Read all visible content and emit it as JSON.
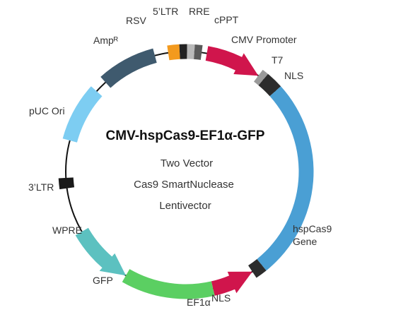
{
  "plasmid": {
    "title": "CMV-hspCas9-EF1α-GFP",
    "description_lines": [
      "Two Vector",
      "Cas9 SmartNuclease",
      "Lentivector"
    ]
  },
  "features": [
    {
      "key": "rsv",
      "label": "RSV",
      "color": "#f39a1e",
      "shape": "segment"
    },
    {
      "key": "ltr5",
      "label": "5’LTR",
      "color": "#222222",
      "shape": "segment"
    },
    {
      "key": "rre",
      "label": "RRE",
      "color": "#b9b9b9",
      "shape": "segment"
    },
    {
      "key": "cppt",
      "label": "cPPT",
      "color": "#5a5a5a",
      "shape": "segment"
    },
    {
      "key": "cmv",
      "label": "CMV Promoter",
      "color": "#d0154c",
      "shape": "arrow-cw"
    },
    {
      "key": "t7",
      "label": "T7",
      "color": "#9a9a9a",
      "shape": "segment"
    },
    {
      "key": "nls1",
      "label": "NLS",
      "color": "#2c2c2c",
      "shape": "segment"
    },
    {
      "key": "cas9",
      "label": [
        "hspCas9",
        "Gene"
      ],
      "color": "#4a9fd4",
      "shape": "segment"
    },
    {
      "key": "nls2",
      "label": "NLS",
      "color": "#2c2c2c",
      "shape": "segment"
    },
    {
      "key": "ef1a",
      "label": "EF1α",
      "color": "#d0154c",
      "shape": "arrow-ccw"
    },
    {
      "key": "gfp",
      "label": "GFP",
      "color": "#5bcf62",
      "shape": "segment"
    },
    {
      "key": "wpre",
      "label": "WPRE",
      "color": "#5cc1c0",
      "shape": "arrow-ccw"
    },
    {
      "key": "ltr3",
      "label": "3’LTR",
      "color": "#1a1a1a",
      "shape": "segment"
    },
    {
      "key": "puc",
      "label": "pUC Ori",
      "color": "#7dcdf2",
      "shape": "segment"
    },
    {
      "key": "amp",
      "label": "Ampᴿ",
      "color": "#3f5a6e",
      "shape": "segment"
    }
  ]
}
